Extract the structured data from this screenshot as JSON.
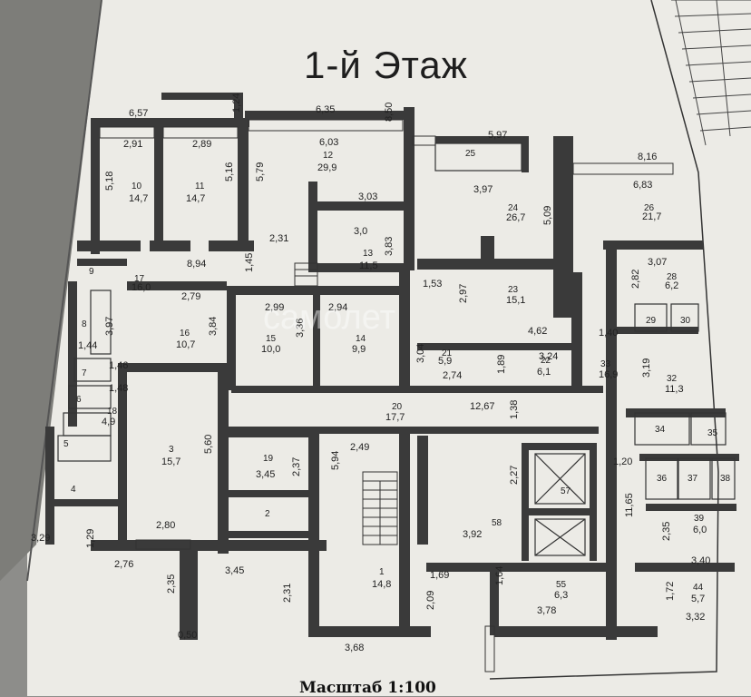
{
  "title": "1-й Этаж",
  "scale_label": "Масштаб 1:100",
  "watermark": "самолет",
  "rooms": [
    {
      "number": "1",
      "area": "14,8"
    },
    {
      "number": "2",
      "area": ""
    },
    {
      "number": "3",
      "area": "15,7"
    },
    {
      "number": "4",
      "area": ""
    },
    {
      "number": "5",
      "area": ""
    },
    {
      "number": "6",
      "area": ""
    },
    {
      "number": "7",
      "area": ""
    },
    {
      "number": "8",
      "area": ""
    },
    {
      "number": "9",
      "area": ""
    },
    {
      "number": "10",
      "area": "14,7"
    },
    {
      "number": "11",
      "area": "14,7"
    },
    {
      "number": "12",
      "area": "29,9"
    },
    {
      "number": "13",
      "area": "11,5"
    },
    {
      "number": "14",
      "area": "9,9"
    },
    {
      "number": "15",
      "area": "10,0"
    },
    {
      "number": "16",
      "area": "10,7"
    },
    {
      "number": "17",
      "area": "16,0"
    },
    {
      "number": "18",
      "area": "4,9"
    },
    {
      "number": "19",
      "area": "3,45"
    },
    {
      "number": "20",
      "area": "17,7"
    },
    {
      "number": "21",
      "area": "5,9"
    },
    {
      "number": "22",
      "area": "6,1"
    },
    {
      "number": "23",
      "area": "15,1"
    },
    {
      "number": "24",
      "area": "26,7"
    },
    {
      "number": "25",
      "area": ""
    },
    {
      "number": "26",
      "area": "21,7"
    },
    {
      "number": "28",
      "area": "6,2"
    },
    {
      "number": "29",
      "area": ""
    },
    {
      "number": "30",
      "area": ""
    },
    {
      "number": "32",
      "area": "11,3"
    },
    {
      "number": "33",
      "area": "16,9"
    },
    {
      "number": "34",
      "area": ""
    },
    {
      "number": "35",
      "area": ""
    },
    {
      "number": "36",
      "area": ""
    },
    {
      "number": "37",
      "area": ""
    },
    {
      "number": "38",
      "area": ""
    },
    {
      "number": "39",
      "area": "6,0"
    },
    {
      "number": "44",
      "area": "5,7"
    },
    {
      "number": "55",
      "area": "6,3"
    },
    {
      "number": "57",
      "area": ""
    },
    {
      "number": "58",
      "area": ""
    }
  ],
  "dimensions": [
    "6,57",
    "2,91",
    "2,89",
    "6,35",
    "6,03",
    "5,97",
    "3,97",
    "8,16",
    "6,83",
    "5,18",
    "5,16",
    "5,79",
    "3,03",
    "3,0",
    "3,83",
    "5,09",
    "8,94",
    "1,45",
    "2,31",
    "1,53",
    "3,07",
    "2,82",
    "2,79",
    "2,99",
    "2,94",
    "2,97",
    "4,62",
    "1,40",
    "3,97",
    "3,84",
    "3,36",
    "3,24",
    "3,19",
    "1,44",
    "1,46",
    "3,04",
    "2,74",
    "1,89",
    "1,48",
    "1,38",
    "12,67",
    "2,49",
    "2,37",
    "5,94",
    "5,60",
    "2,27",
    "1,20",
    "2,80",
    "3,92",
    "11,65",
    "2,35",
    "3,40",
    "3,29",
    "1,29",
    "2,76",
    "3,45",
    "2,35",
    "2,31",
    "1,69",
    "1,64",
    "2,09",
    "3,78",
    "1,72",
    "3,32",
    "0,50",
    "3,68",
    "1,24",
    "8,50"
  ]
}
